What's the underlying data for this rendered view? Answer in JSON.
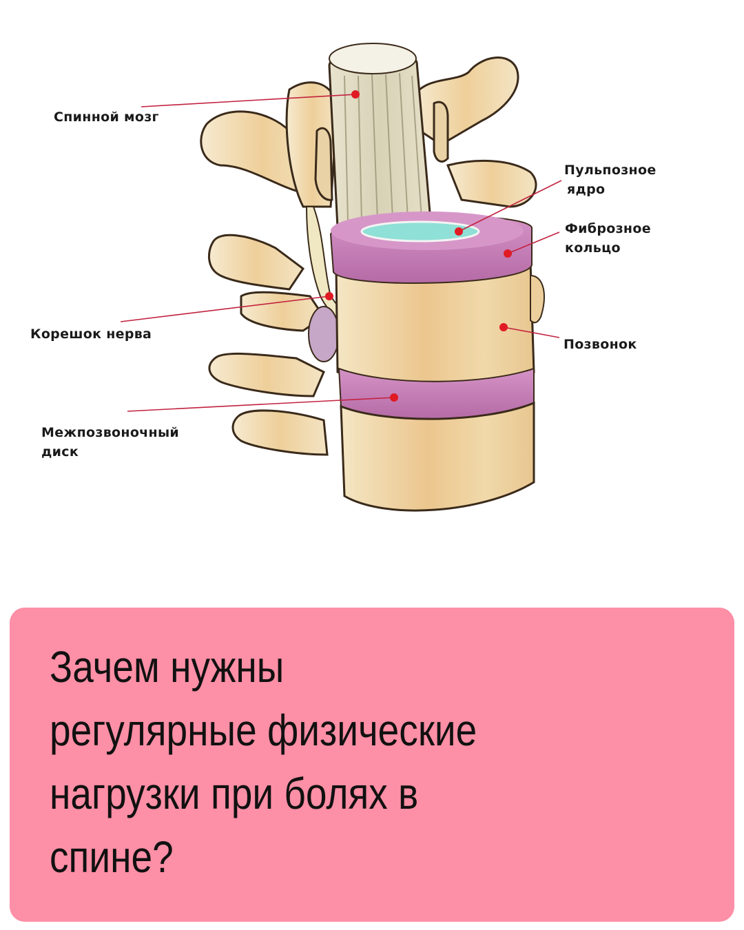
{
  "diagram": {
    "subject": "lumbar spine segment anatomy",
    "labels": [
      {
        "id": "spinal-cord",
        "text": "Спинной мозг"
      },
      {
        "id": "nucleus-pulposus",
        "line1": "Пульпозное",
        "line2": "ядро"
      },
      {
        "id": "annulus-fibrosus",
        "line1": "Фиброзное",
        "line2": "кольцо"
      },
      {
        "id": "nerve-root",
        "text": "Корешок нерва"
      },
      {
        "id": "vertebra",
        "text": "Позвонок"
      },
      {
        "id": "intervertebral-disc",
        "line1": "Межпозвоночный",
        "line2": "диск"
      }
    ],
    "colors": {
      "bone": "#f1e2bf",
      "bone_shadow": "#d9a86a",
      "outline": "#3a2a1a",
      "disc": "#c77fb6",
      "nucleus": "#8fe0d6",
      "spinal_cord": "#e2ddc6",
      "pointer": "#e01b24"
    }
  },
  "card": {
    "background": "#fd8fa6",
    "title_lines": [
      "Зачем нужны",
      "регулярные физические",
      "нагрузки при болях в",
      "спине?"
    ]
  }
}
